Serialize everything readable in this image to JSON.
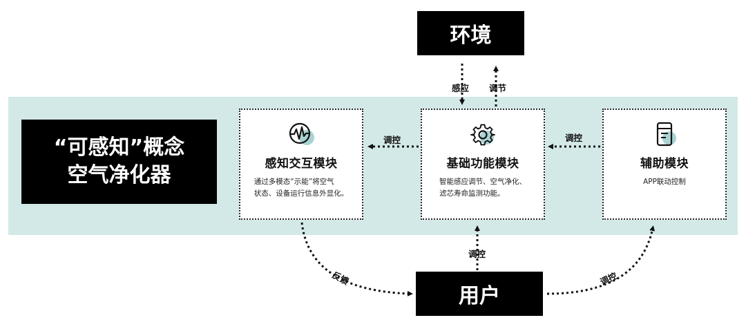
{
  "concept": {
    "line1": "“可感知”概念",
    "line2": "空气净化器"
  },
  "environment": {
    "label": "环境"
  },
  "user": {
    "label": "用户"
  },
  "modules": [
    {
      "title": "感知交互模块",
      "desc_line1": "通过多模态“示能”将空气",
      "desc_line2": "状态、设备运行信息外显化。",
      "icon": "waveform-circle-icon"
    },
    {
      "title": "基础功能模块",
      "desc_line1": "智能感应调节、空气净化、",
      "desc_line2": "滤芯寿命监测功能。",
      "icon": "gear-icon"
    },
    {
      "title": "辅助模块",
      "desc_line1": "APP联动控制",
      "icon": "phone-app-icon"
    }
  ],
  "arrows": {
    "sense": "感应",
    "adjust": "调节",
    "control_to_perception": "调控",
    "control_from_aux": "调控",
    "control_from_user": "调控",
    "feedback": "反馈",
    "control_user_to_aux": "调控"
  },
  "colors": {
    "band": "#d3e9e8",
    "icon_accent": "#a9d3d2",
    "box": "#000000"
  }
}
